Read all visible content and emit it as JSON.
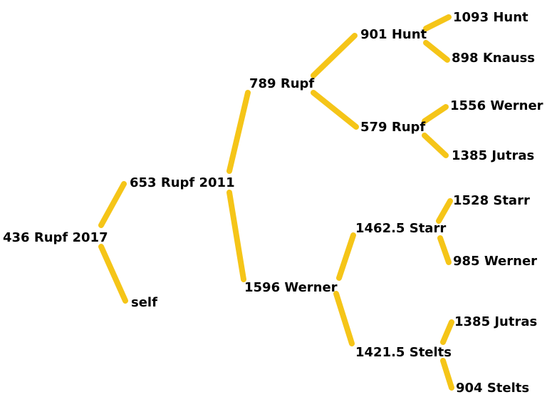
{
  "colors": {
    "link": "#F5C518",
    "text": "#000000",
    "background": "#FFFFFF"
  },
  "nodes": [
    {
      "id": "n436",
      "label": "436 Rupf 2017"
    },
    {
      "id": "n653",
      "label": "653 Rupf 2011"
    },
    {
      "id": "self",
      "label": "self"
    },
    {
      "id": "n789",
      "label": "789 Rupf"
    },
    {
      "id": "n1596",
      "label": "1596 Werner"
    },
    {
      "id": "n901",
      "label": "901 Hunt"
    },
    {
      "id": "n579",
      "label": "579 Rupf"
    },
    {
      "id": "n1462",
      "label": "1462.5 Starr"
    },
    {
      "id": "n1421",
      "label": "1421.5 Stelts"
    },
    {
      "id": "n1093",
      "label": "1093 Hunt"
    },
    {
      "id": "n898",
      "label": "898 Knauss"
    },
    {
      "id": "n1556",
      "label": "1556 Werner"
    },
    {
      "id": "n1385a",
      "label": "1385 Jutras"
    },
    {
      "id": "n1528",
      "label": "1528 Starr"
    },
    {
      "id": "n985",
      "label": "985 Werner"
    },
    {
      "id": "n1385b",
      "label": "1385 Jutras"
    },
    {
      "id": "n904",
      "label": "904 Stelts"
    }
  ]
}
